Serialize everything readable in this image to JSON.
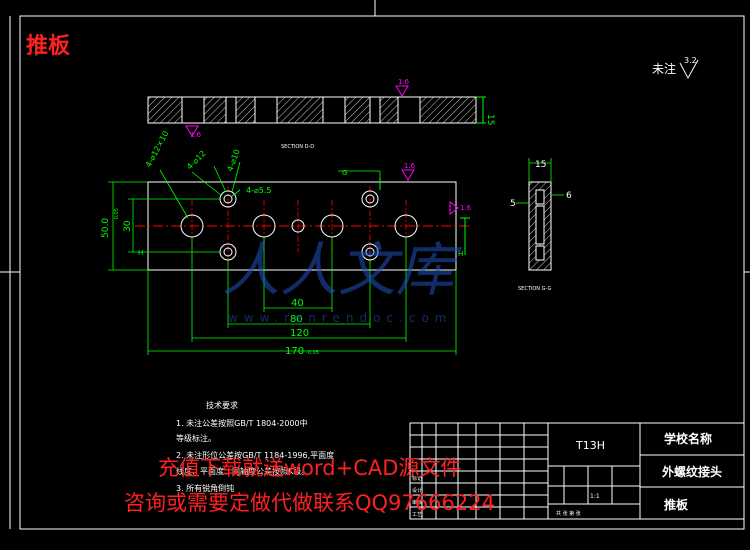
{
  "title_red": "推板",
  "surface_note": "未注",
  "surface_value": "3.2",
  "roughness_value": "1.6",
  "top_view": {
    "section_label": "SECTION D-D",
    "thickness": "15"
  },
  "main_view": {
    "dims": {
      "hole_c": "4-⌀12×10",
      "hole_a": "4-⌀12",
      "hole_b": "4-⌀10",
      "hole_d": "4-⌀5.5",
      "width_50": "50.0",
      "width_30": "30",
      "len_40": "40",
      "len_80": "80",
      "len_120": "120",
      "len_170": "170",
      "tol_50": "-0.05",
      "tol_170": "-0.05"
    },
    "g_left": "G",
    "g_right": "G",
    "h_left": "H",
    "h_right": "H",
    "roughness": "1.6"
  },
  "side_view": {
    "dim_top": "15",
    "dim_left": "5",
    "dim_right": "6",
    "label": "SECTION G-G"
  },
  "notes": {
    "heading": "技术要求",
    "line1": "1. 未注公差按照GB/T 1804-2000中",
    "line2": "   等级标注。",
    "line3": "2. 未注形位公差按GB/T 1184-1996,平面度",
    "line4": "   线度、平面度、同轴度公差按照K级。",
    "line5": "3. 所有锐角倒钝"
  },
  "title_block": {
    "material": "T13H",
    "school": "学校名称",
    "part": "外螺纹接头",
    "drawing_name": "推板",
    "design_row": "设计",
    "check_row": "审核",
    "process_row": "工艺",
    "sign_row": "标记",
    "scale": "1:1",
    "count": "共 张 第 张"
  },
  "watermark": {
    "cn": "人人文库",
    "en": "www.renrendoc.com"
  },
  "promo": {
    "line1": "充值下载就送word+CAD源文件",
    "line2": "咨询或需要定做代做联系QQ97666224"
  },
  "colors": {
    "bg": "#000000",
    "white": "#ffffff",
    "green": "#00ff00",
    "red": "#ff0000",
    "cyan": "#00ffff",
    "magenta": "#ff00ff",
    "blue": "#4060ff"
  }
}
